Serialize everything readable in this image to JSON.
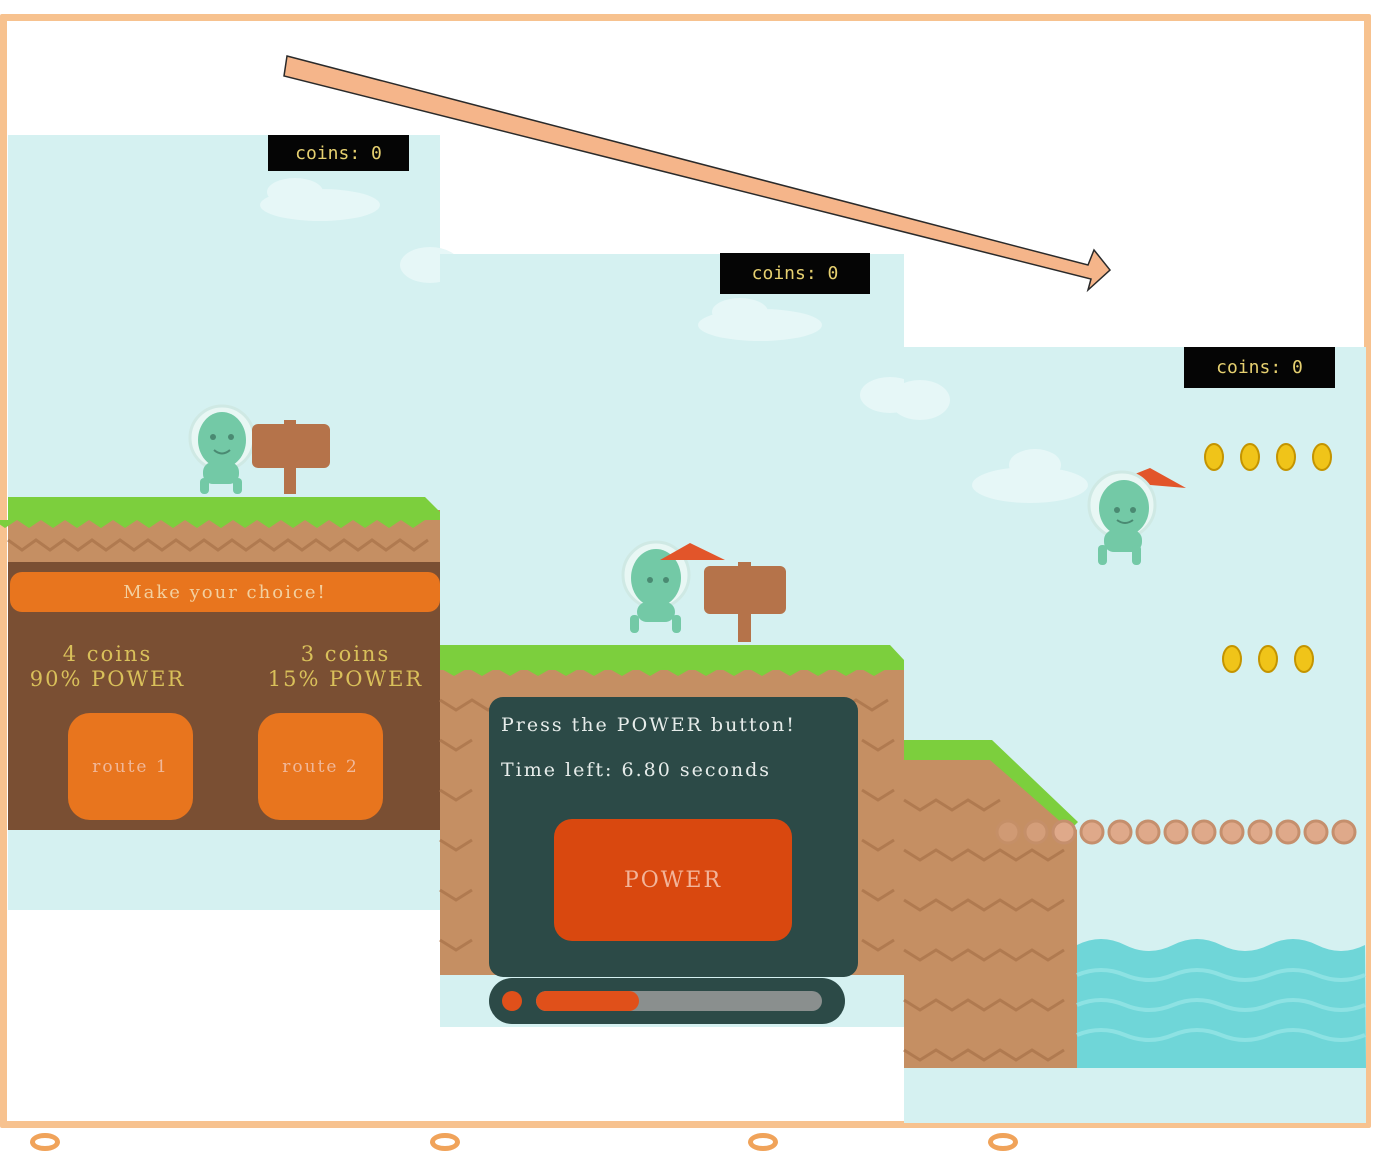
{
  "screens": [
    {
      "coins_label": "coins: 0",
      "choice_title": "Make your choice!",
      "options": [
        {
          "cost": "4 coins",
          "power": "90% POWER",
          "button": "route 1"
        },
        {
          "cost": "3 coins",
          "power": "15% POWER",
          "button": "route 2"
        }
      ]
    },
    {
      "coins_label": "coins: 0",
      "prompt": "Press the POWER button!",
      "timer": "Time left: 6.80 seconds",
      "power_button": "POWER",
      "power_progress": 0.36
    },
    {
      "coins_label": "coins: 0"
    }
  ],
  "colors": {
    "sky": "#d5f1f1",
    "grass": "#7ccf3d",
    "dirt": "#c58f63",
    "orange": "#e8751e",
    "power_red": "#d9480f",
    "dialog": "#2c4a47",
    "choice_bg": "#7a4f33",
    "arrow": "#f5b58a"
  }
}
